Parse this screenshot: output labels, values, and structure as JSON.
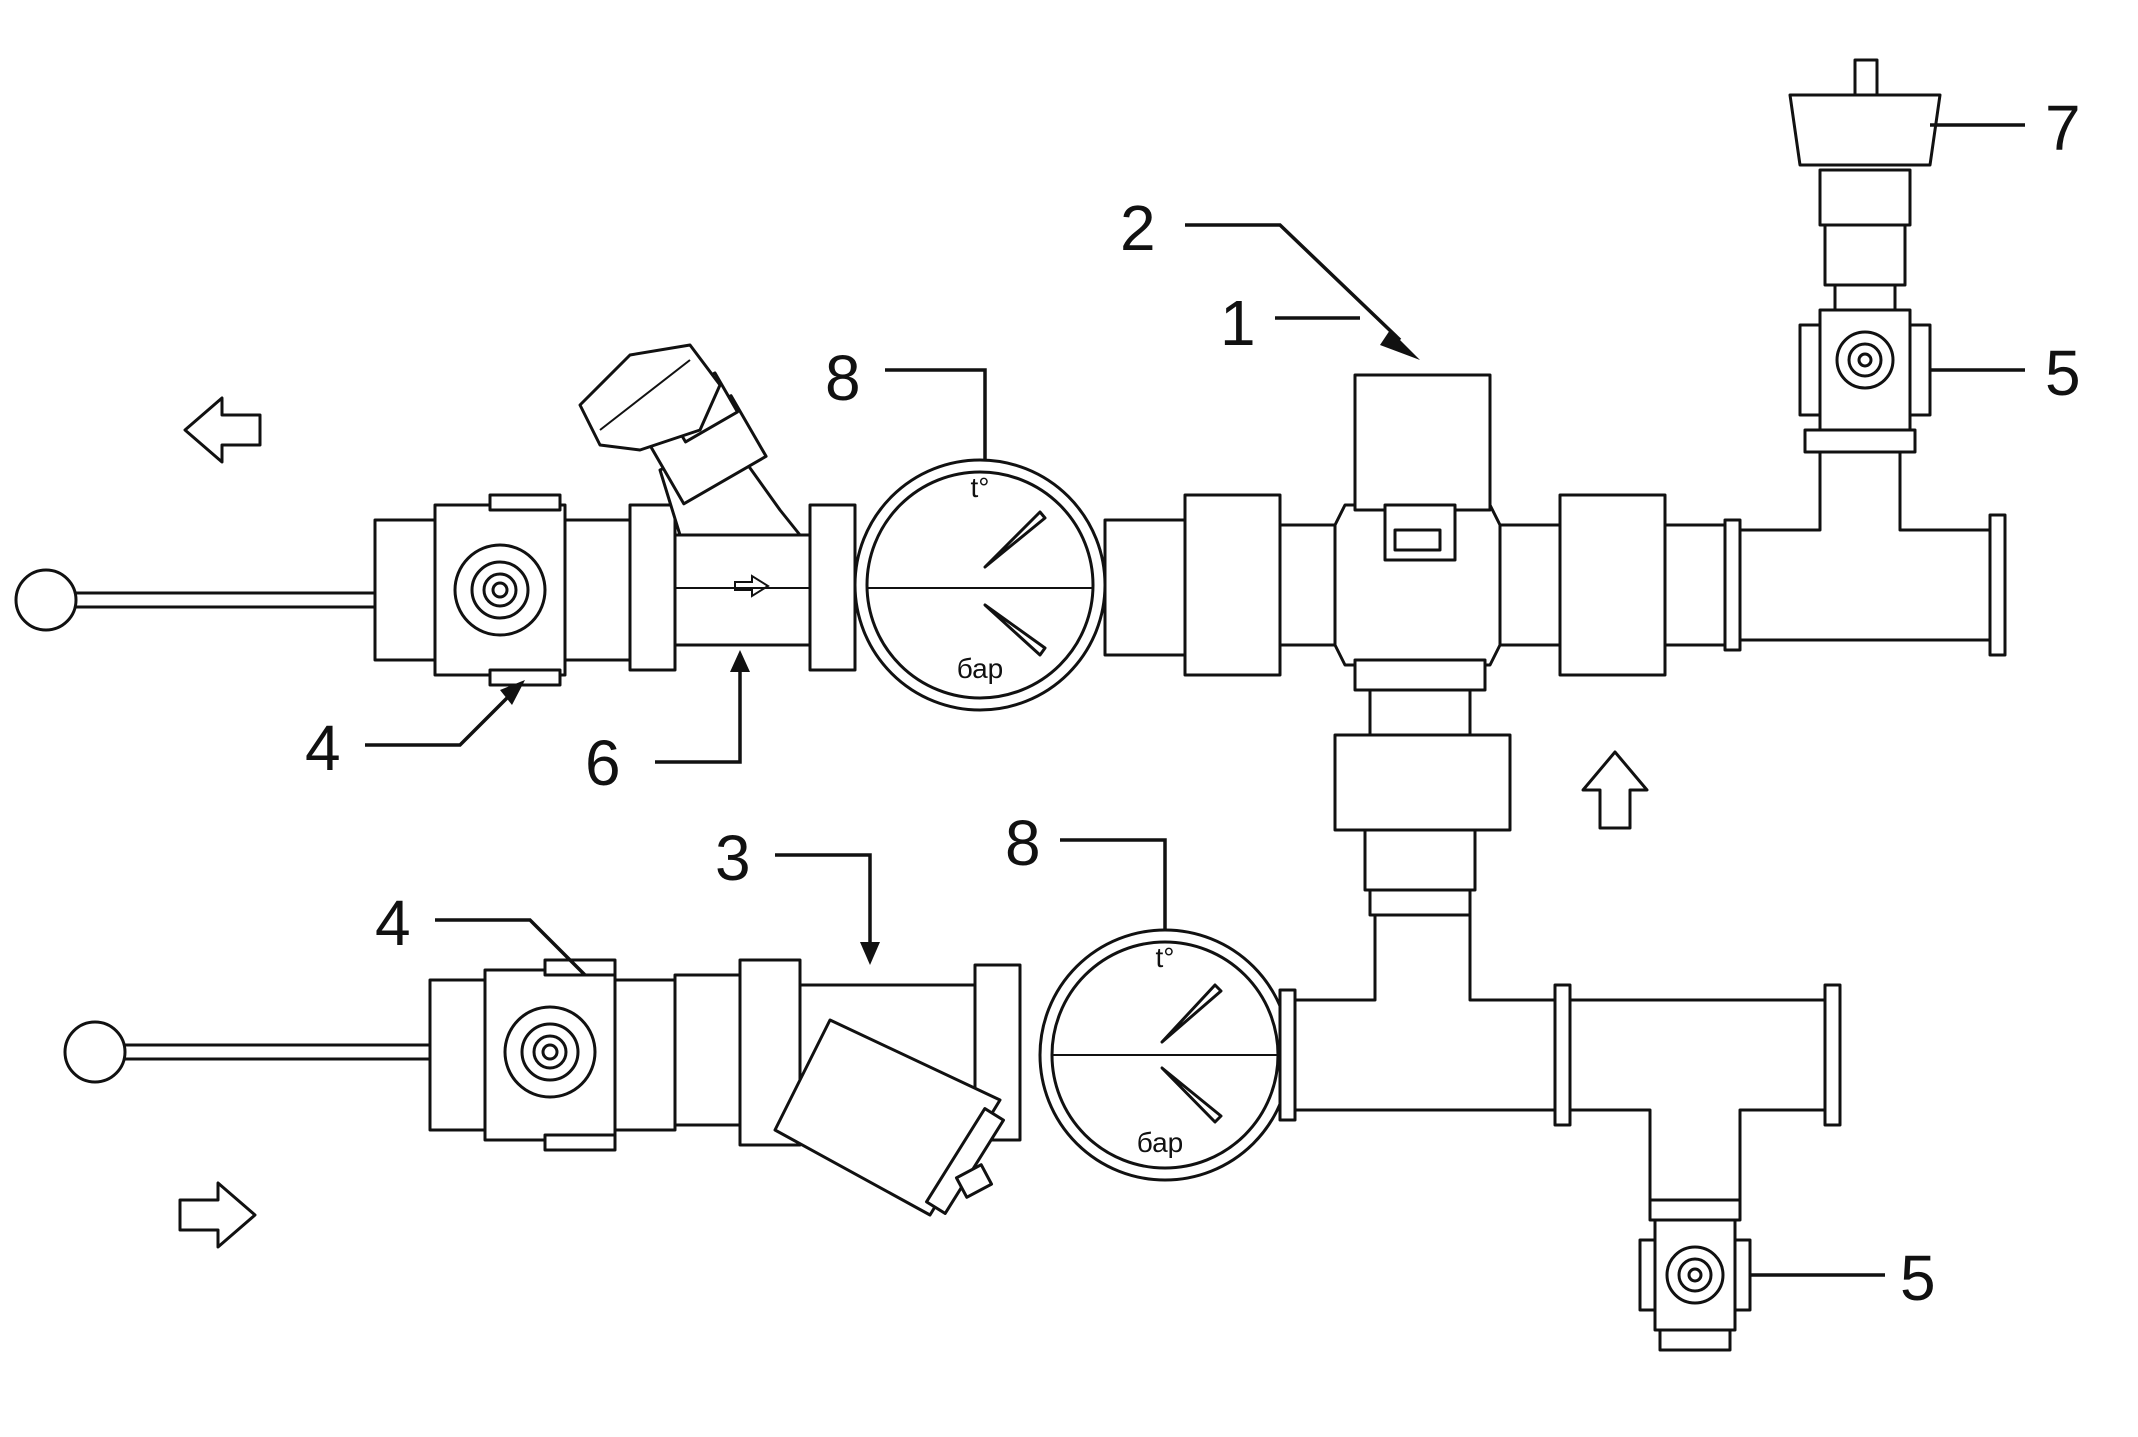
{
  "callouts": {
    "c1": "1",
    "c2": "2",
    "c3": "3",
    "c4_top": "4",
    "c4_bottom": "4",
    "c5_top": "5",
    "c5_bottom": "5",
    "c6": "6",
    "c7": "7",
    "c8_top": "8",
    "c8_bottom": "8"
  },
  "gauges": {
    "top": {
      "temp_label": "t°",
      "pressure_label": "бар"
    },
    "bottom": {
      "temp_label": "t°",
      "pressure_label": "бар"
    }
  },
  "icons": {
    "flow_out": "arrow-left-outline-icon",
    "flow_in": "arrow-right-outline-icon",
    "flow_up": "arrow-up-outline-icon"
  },
  "colors": {
    "line": "#111111",
    "background": "#ffffff"
  }
}
